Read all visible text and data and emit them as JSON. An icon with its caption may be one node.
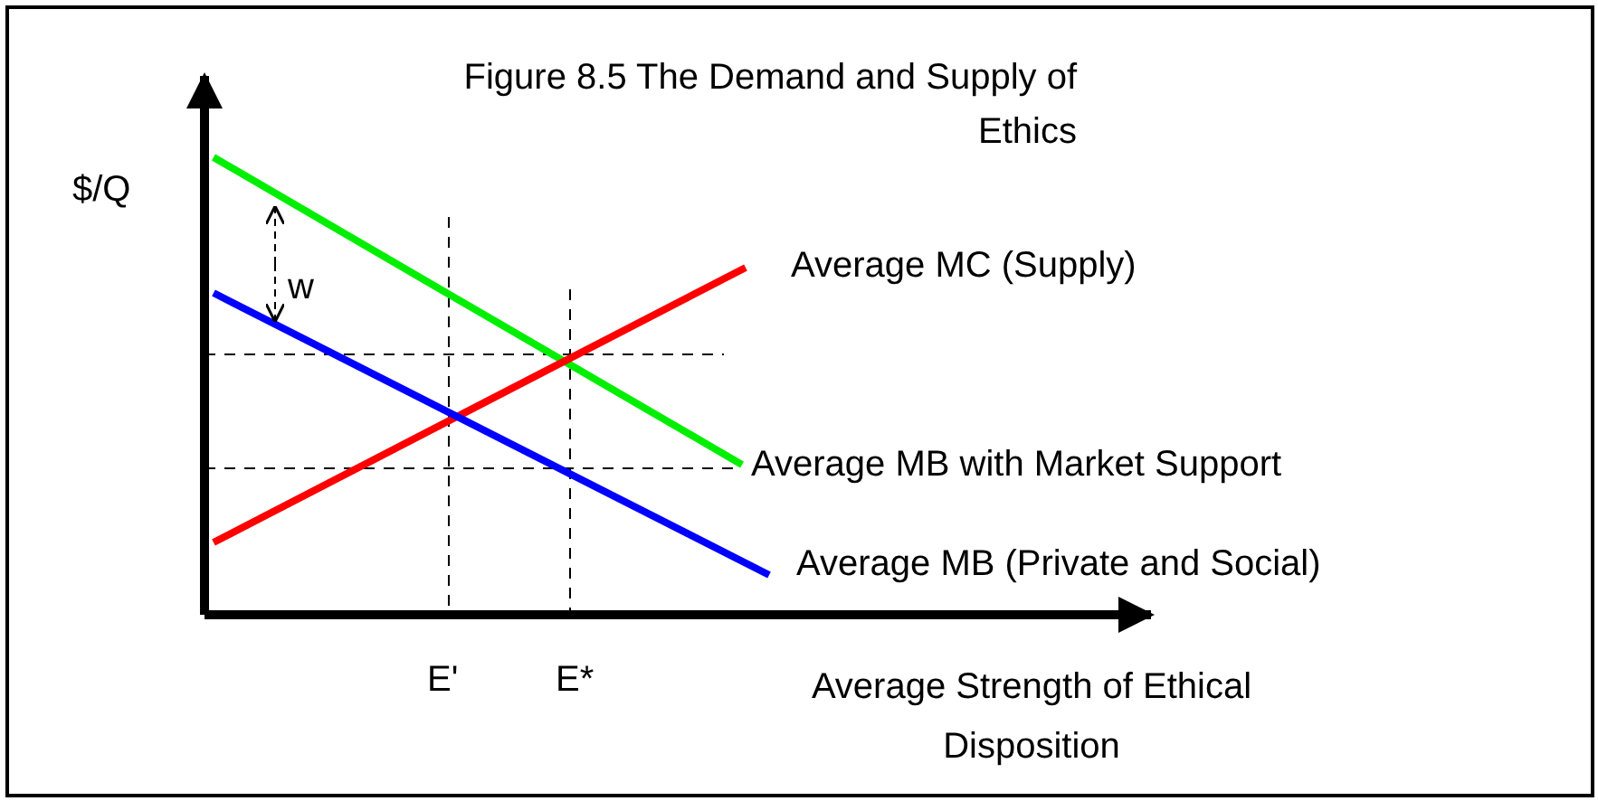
{
  "diagram": {
    "title": "Figure 8.5 The Demand and Supply of Ethics",
    "labels": [
      "$/Q",
      "w",
      "Average MC (Supply)",
      "Average MB with Market Support",
      "Average MB (Private and Social)",
      "E'",
      "E*",
      "Average Strength of Ethical Disposition"
    ]
  }
}
